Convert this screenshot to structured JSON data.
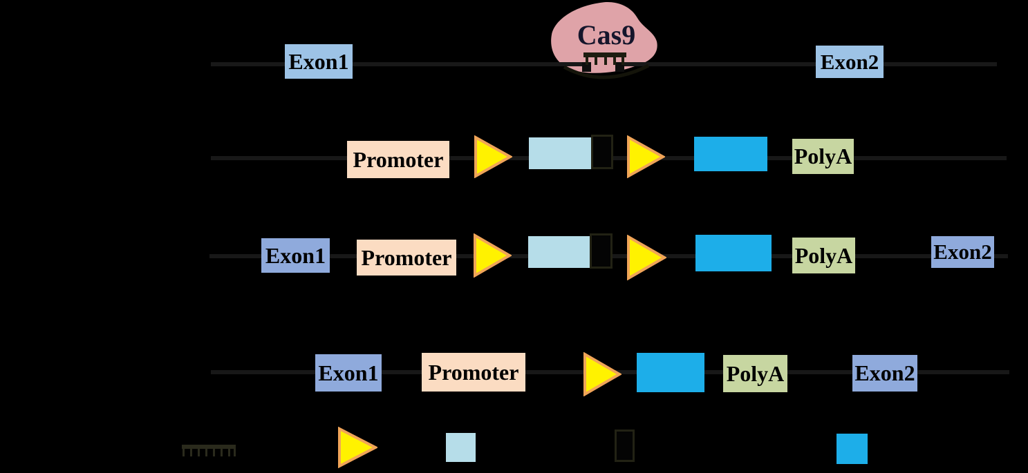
{
  "diagram": {
    "cas9_label": "Cas9",
    "rows": {
      "wild_type": {
        "exon1": "Exon1",
        "exon2": "Exon2"
      },
      "donor": {
        "promoter": "Promoter",
        "polya": "PolyA"
      },
      "targeted_allele": {
        "exon1": "Exon1",
        "promoter": "Promoter",
        "polya": "PolyA",
        "exon2": "Exon2"
      },
      "final_allele": {
        "exon1": "Exon1",
        "promoter": "Promoter",
        "polya": "PolyA",
        "exon2": "Exon2"
      }
    },
    "legend": {
      "items": [
        {
          "icon": "grna-comb-icon"
        },
        {
          "icon": "yellow-triangle-icon"
        },
        {
          "icon": "light-blue-box-icon"
        },
        {
          "icon": "black-outline-box-icon"
        },
        {
          "icon": "blue-box-icon"
        }
      ]
    },
    "colors": {
      "background": "#000000",
      "dna_line": "#181818",
      "exon_light_blue": "#9dc3e6",
      "exon_mid_blue": "#8faadc",
      "promoter_peach": "#fbdcc2",
      "polya_green": "#c7d6a1",
      "insert_blue": "#1daee9",
      "homology_light_blue": "#b6dde9",
      "cas9_blob_pink": "#dfa3a8",
      "triangle_fill": "#fff200",
      "triangle_stroke": "#f0a458",
      "black_box_border": "#222214"
    }
  }
}
